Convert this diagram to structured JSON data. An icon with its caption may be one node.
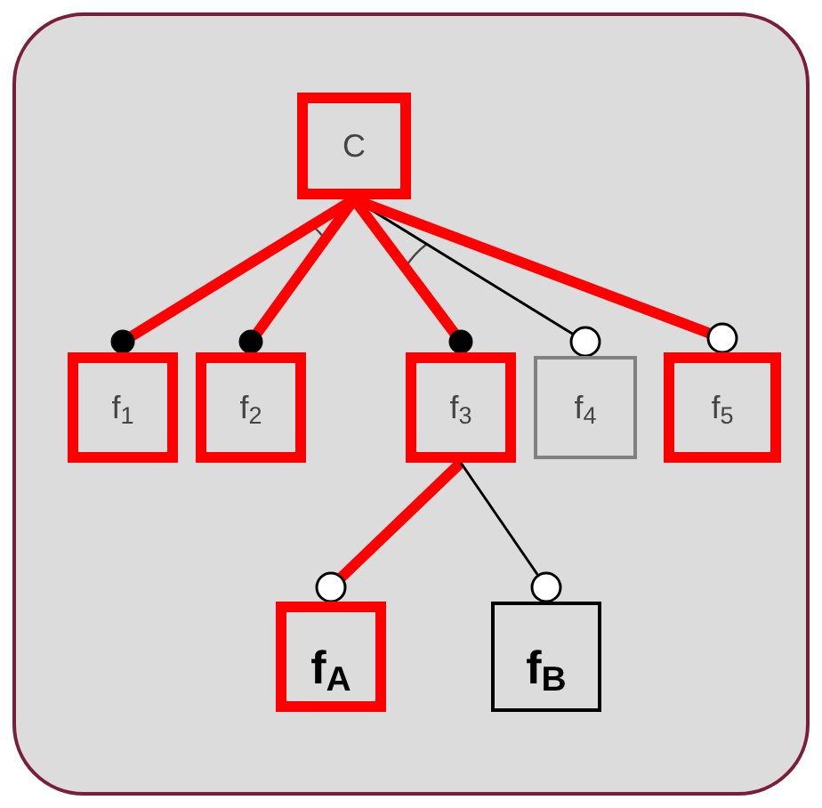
{
  "diagram": {
    "nodes": [
      {
        "text": [
          "C"
        ]
      },
      {
        "text": [
          "f$_{1}$"
        ]
      },
      {
        "text": [
          "f$_{2}$"
        ]
      },
      {
        "text": [
          "f$_{3}$"
        ]
      },
      {
        "text": [
          "f$_{4}$"
        ]
      },
      {
        "text": [
          "f$_{5}$"
        ]
      },
      {
        "text": [
          "f$_{A}$"
        ]
      },
      {
        "text": [
          "f$_{B}$"
        ]
      }
    ],
    "edges": [
      {
        "from": 0,
        "to": 1,
        "arrow": "other"
      },
      {
        "from": 0,
        "to": 2,
        "arrow": "other"
      },
      {
        "from": 0,
        "to": 3,
        "arrow": "other"
      },
      {
        "from": 0,
        "to": 4,
        "arrow": "other",
        "color": "#000000"
      },
      {
        "from": 0,
        "to": 5,
        "arrow": "other"
      },
      {
        "from": 3,
        "to": 6,
        "arrow": "other"
      },
      {
        "from": 3,
        "to": 7,
        "arrow": "other",
        "color": "#000000"
      }
    ]
  }
}
